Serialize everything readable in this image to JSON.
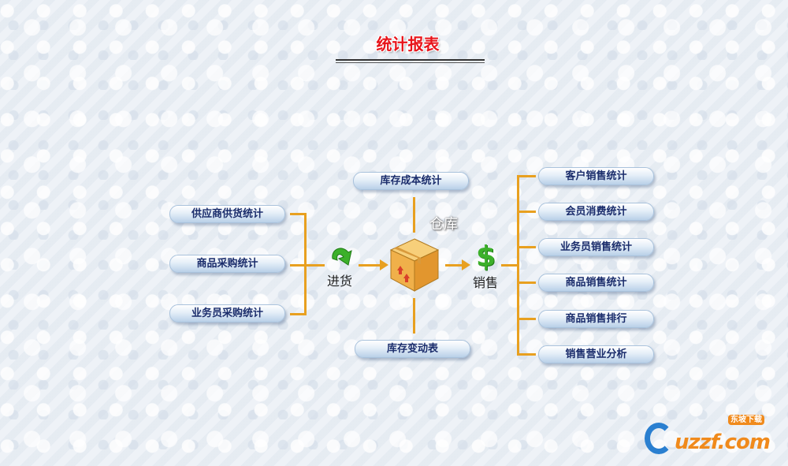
{
  "title": "统计报表",
  "left_buttons": [
    "供应商供货统计",
    "商品采购统计",
    "业务员采购统计"
  ],
  "warehouse": {
    "top": "库存成本统计",
    "bottom": "库存变动表",
    "label": "仓库"
  },
  "purchase_label": "进货",
  "sales_label": "销售",
  "right_buttons": [
    "客户销售统计",
    "会员消费统计",
    "业务员销售统计",
    "商品销售统计",
    "商品销售排行",
    "销售营业分析"
  ],
  "logo": {
    "text": "uzzf.com",
    "tag": "东坡下载"
  },
  "colors": {
    "title": "#e8141a",
    "connector": "#e8a020",
    "button_text": "#1a2c6b"
  }
}
